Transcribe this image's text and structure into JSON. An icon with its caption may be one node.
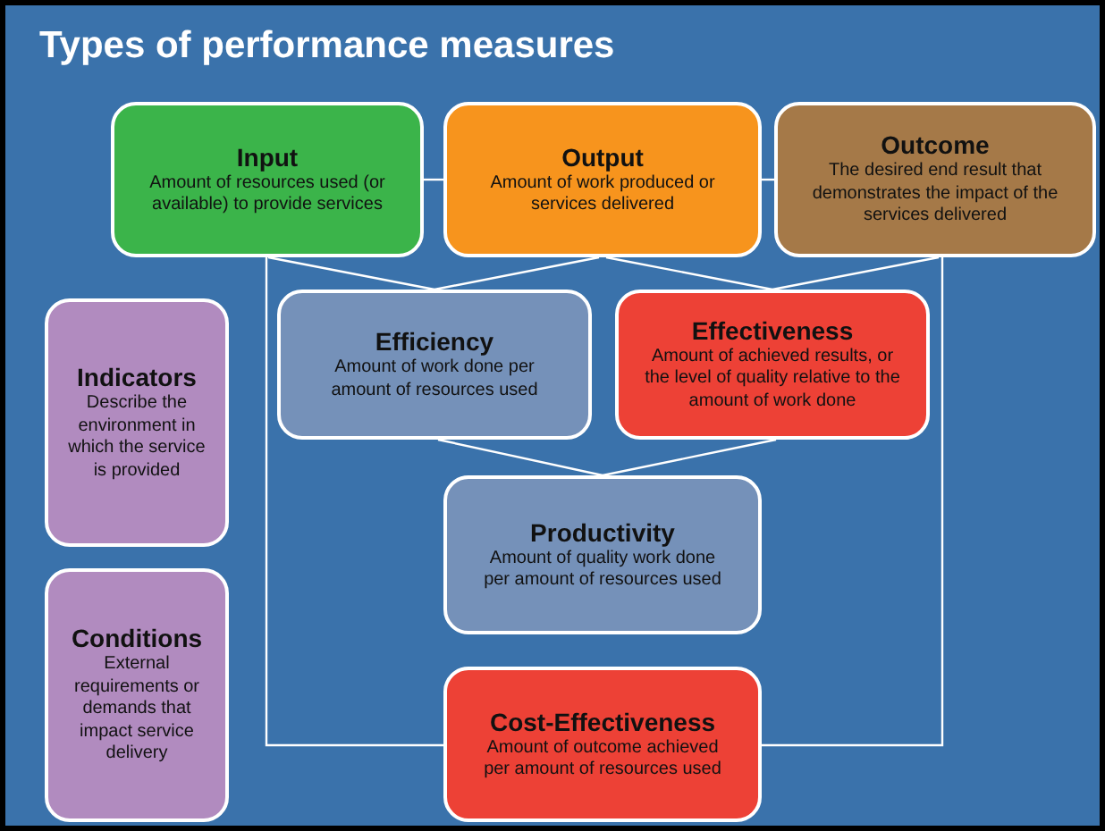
{
  "diagram": {
    "title": "Types of performance measures",
    "nodes": [
      {
        "text": [
          "Input",
          "Amount of resources used (or available) to provide services"
        ]
      },
      {
        "text": [
          "Output",
          "Amount of work produced or services delivered"
        ]
      },
      {
        "text": [
          "Outcome",
          "The desired end result that demonstrates the impact of the services delivered"
        ]
      },
      {
        "text": [
          "Indicators",
          "Describe the environment in which the service is provided"
        ]
      },
      {
        "text": [
          "Efficiency",
          "Amount of work done per amount of resources used"
        ]
      },
      {
        "text": [
          "Effectiveness",
          "Amount of achieved results, or the level of quality relative to the amount of work done"
        ]
      },
      {
        "text": [
          "Productivity",
          "Amount of quality work done per amount of resources used"
        ]
      },
      {
        "text": [
          "Conditions",
          "External requirements or demands that impact service delivery"
        ]
      },
      {
        "text": [
          "Cost-Effectiveness",
          "Amount of outcome achieved per amount of resources used"
        ]
      }
    ],
    "edges": [
      {
        "from": 0,
        "to": 1,
        "arrow": "none"
      },
      {
        "from": 1,
        "to": 2,
        "arrow": "none"
      },
      {
        "from": 0,
        "to": 4,
        "arrow": "none"
      },
      {
        "from": 1,
        "to": 4,
        "arrow": "none"
      },
      {
        "from": 1,
        "to": 5,
        "arrow": "none"
      },
      {
        "from": 2,
        "to": 5,
        "arrow": "none"
      },
      {
        "from": 4,
        "to": 6,
        "arrow": "none"
      },
      {
        "from": 5,
        "to": 6,
        "arrow": "none"
      },
      {
        "from": 0,
        "to": 8,
        "arrow": "none"
      },
      {
        "from": 2,
        "to": 8,
        "arrow": "none"
      }
    ]
  }
}
